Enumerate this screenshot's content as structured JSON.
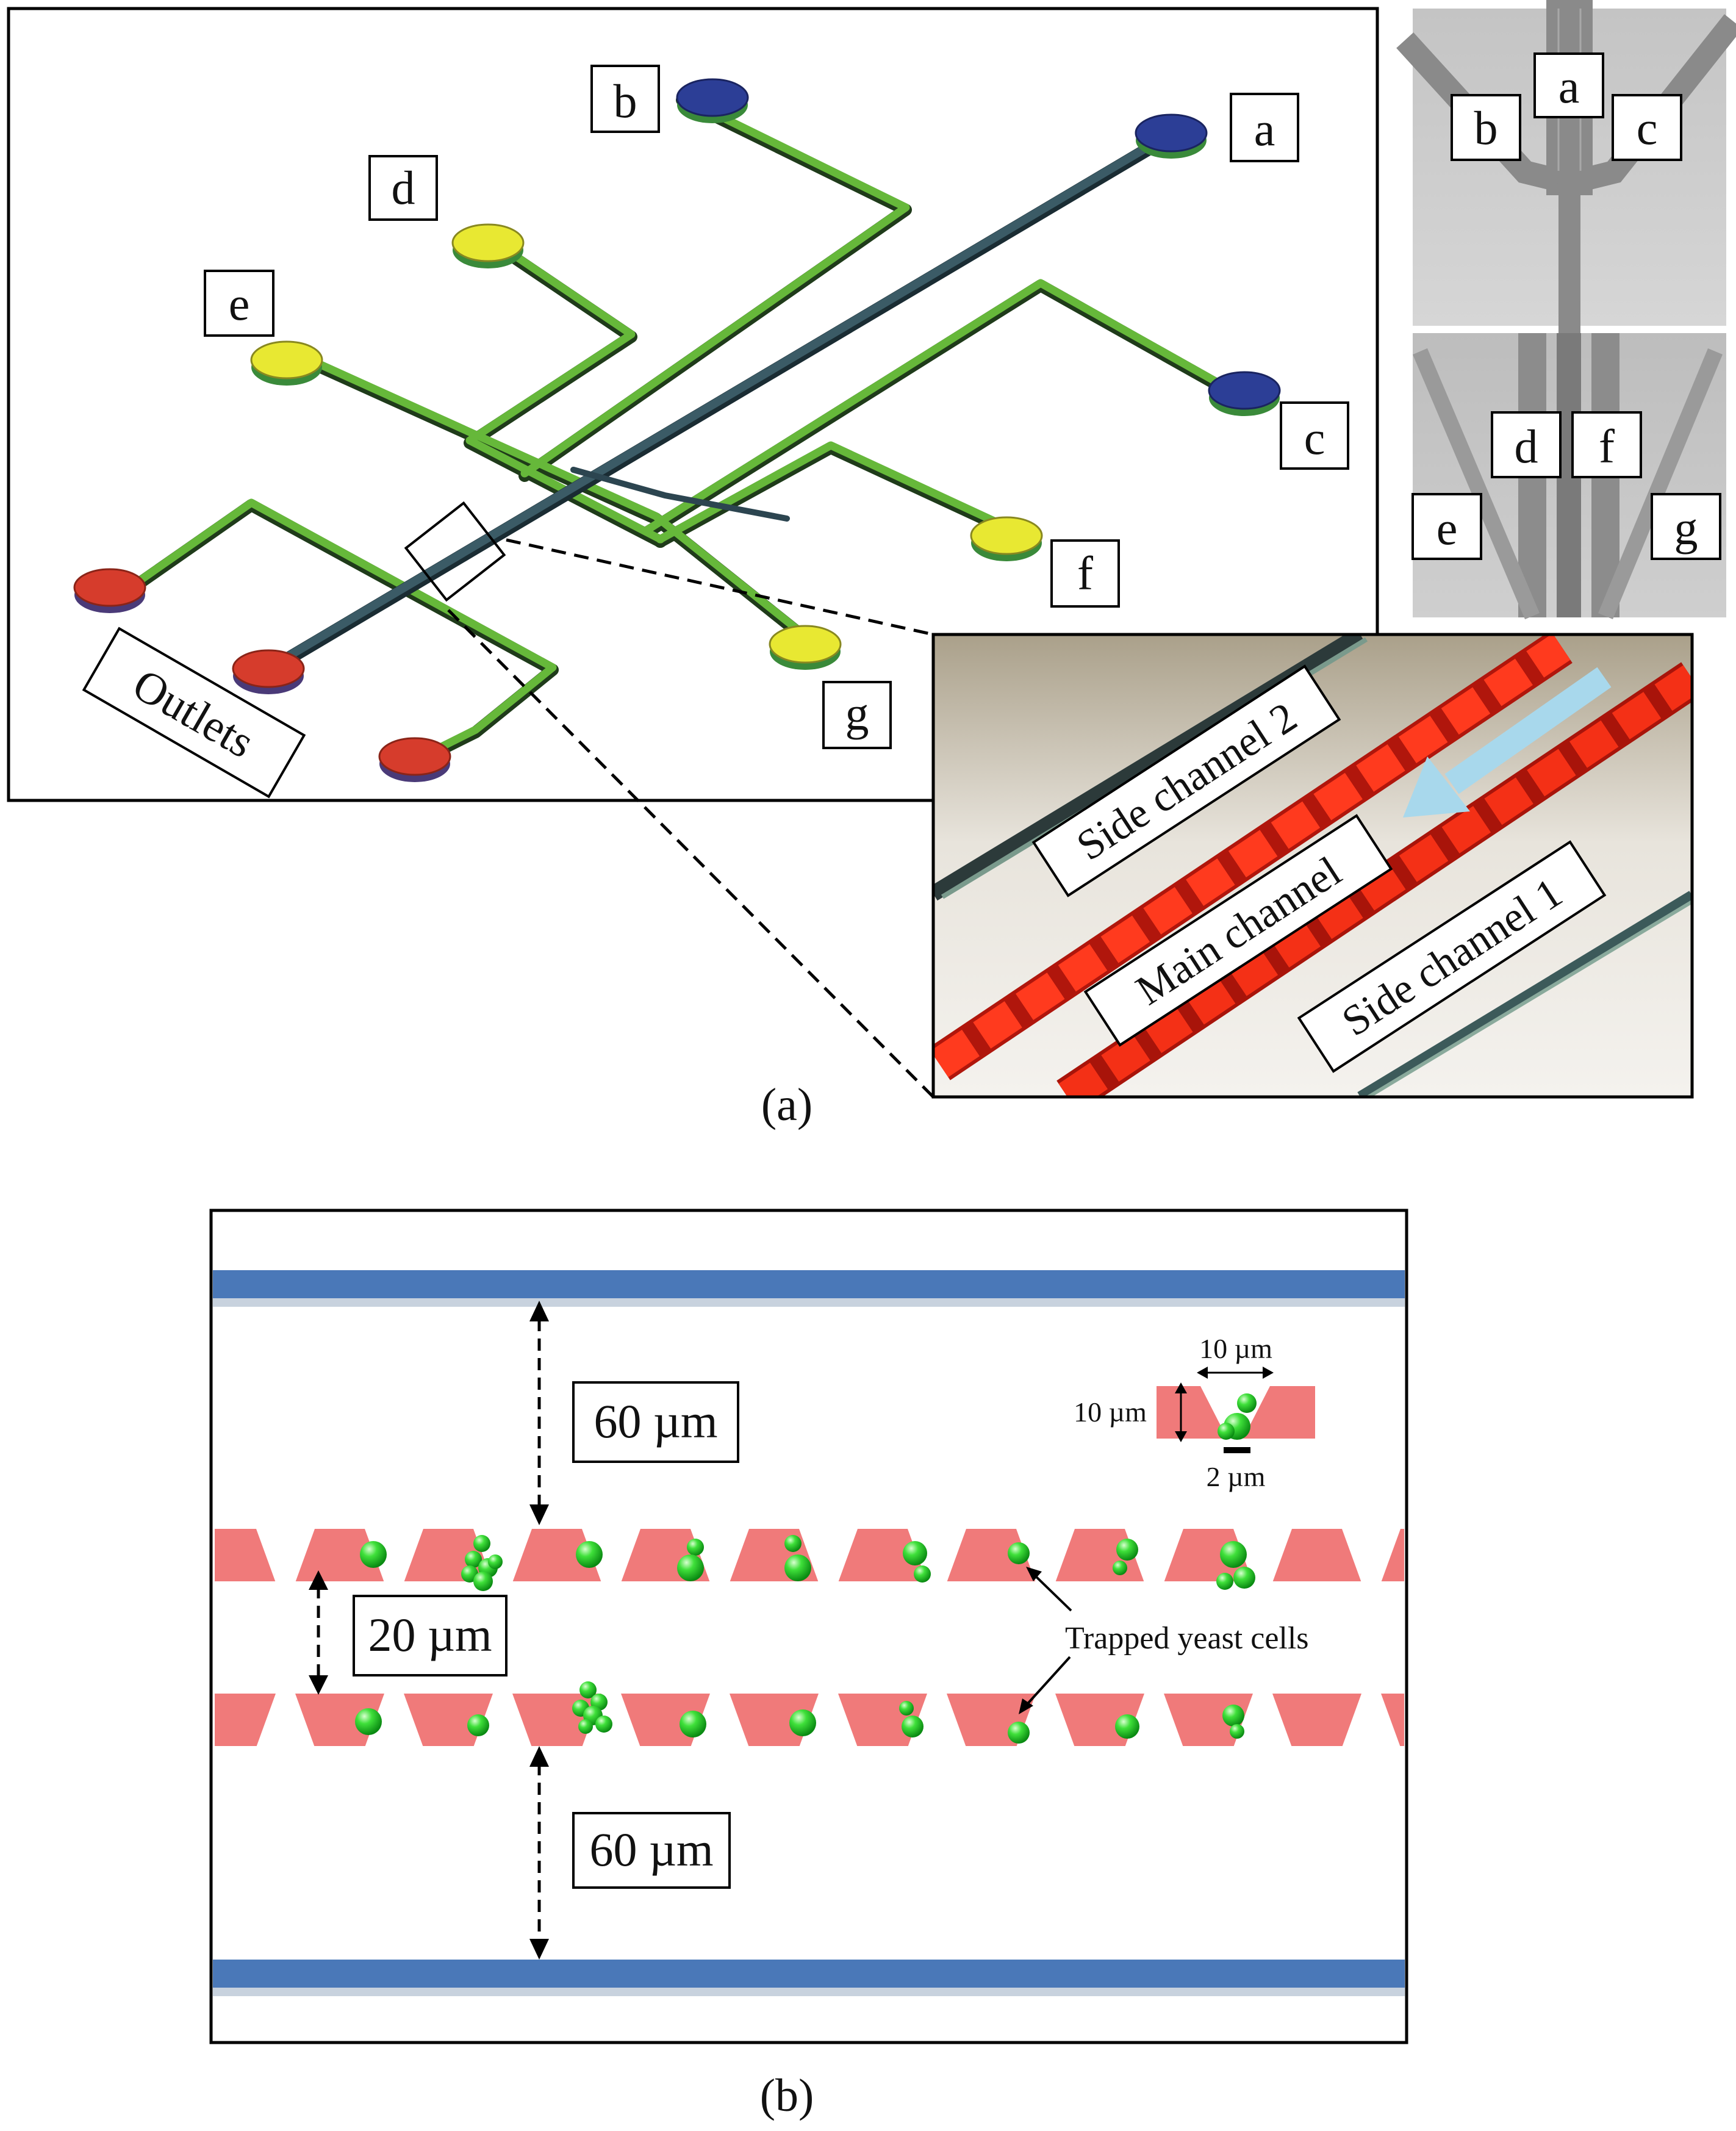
{
  "panel_a": {
    "caption": "(a)",
    "inlet_labels": {
      "a": "a",
      "b": "b",
      "c": "c",
      "d": "d",
      "e": "e",
      "f": "f",
      "g": "g"
    },
    "outlets_label": "Outlets",
    "micrograph_top_labels": [
      "a",
      "b",
      "c"
    ],
    "micrograph_bottom_labels": [
      "d",
      "f",
      "e",
      "g"
    ],
    "zoom_labels": {
      "side_channel_2": "Side channel 2",
      "main_channel": "Main channel",
      "side_channel_1": "Side channel 1"
    }
  },
  "panel_b": {
    "caption": "(b)",
    "dim_top": "60 µm",
    "dim_mid": "20 µm",
    "dim_bottom": "60 µm",
    "trap_width": "10 µm",
    "trap_depth": "10 µm",
    "trap_gap": "2 µm",
    "trapped_label": "Trapped yeast cells"
  },
  "colors": {
    "channel_green": "#5aa832",
    "channel_dark": "#2e4a55",
    "inlet_blue": "#2c3e96",
    "inlet_yellow": "#e8e832",
    "outlet_red": "#d63c2c",
    "trap_pink": "#f07a7a",
    "wall_blue": "#4a78b8",
    "cell_green": "#1fcf1f"
  }
}
